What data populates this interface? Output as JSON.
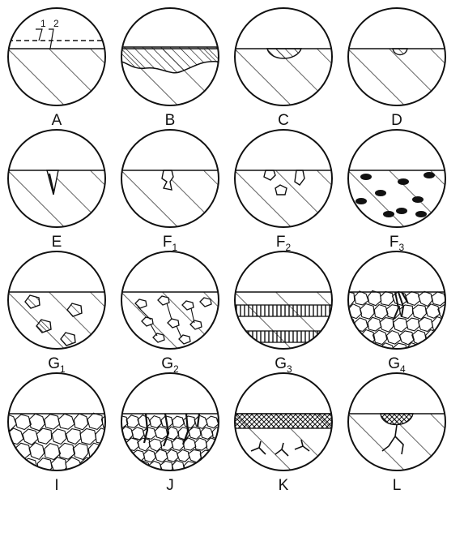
{
  "panels": [
    {
      "id": "A",
      "label": "A",
      "sub": "",
      "callouts": [
        "1",
        "2"
      ]
    },
    {
      "id": "B",
      "label": "B",
      "sub": ""
    },
    {
      "id": "C",
      "label": "C",
      "sub": ""
    },
    {
      "id": "D",
      "label": "D",
      "sub": ""
    },
    {
      "id": "E",
      "label": "E",
      "sub": ""
    },
    {
      "id": "F1",
      "label": "F",
      "sub": "1"
    },
    {
      "id": "F2",
      "label": "F",
      "sub": "2"
    },
    {
      "id": "F3",
      "label": "F",
      "sub": "3"
    },
    {
      "id": "G1",
      "label": "G",
      "sub": "1"
    },
    {
      "id": "G2",
      "label": "G",
      "sub": "2"
    },
    {
      "id": "G3",
      "label": "G",
      "sub": "3"
    },
    {
      "id": "G4",
      "label": "G",
      "sub": "4"
    },
    {
      "id": "I",
      "label": "I",
      "sub": ""
    },
    {
      "id": "J",
      "label": "J",
      "sub": ""
    },
    {
      "id": "K",
      "label": "K",
      "sub": ""
    },
    {
      "id": "L",
      "label": "L",
      "sub": ""
    }
  ],
  "colors": {
    "ink": "#111111",
    "paper": "#ffffff"
  }
}
